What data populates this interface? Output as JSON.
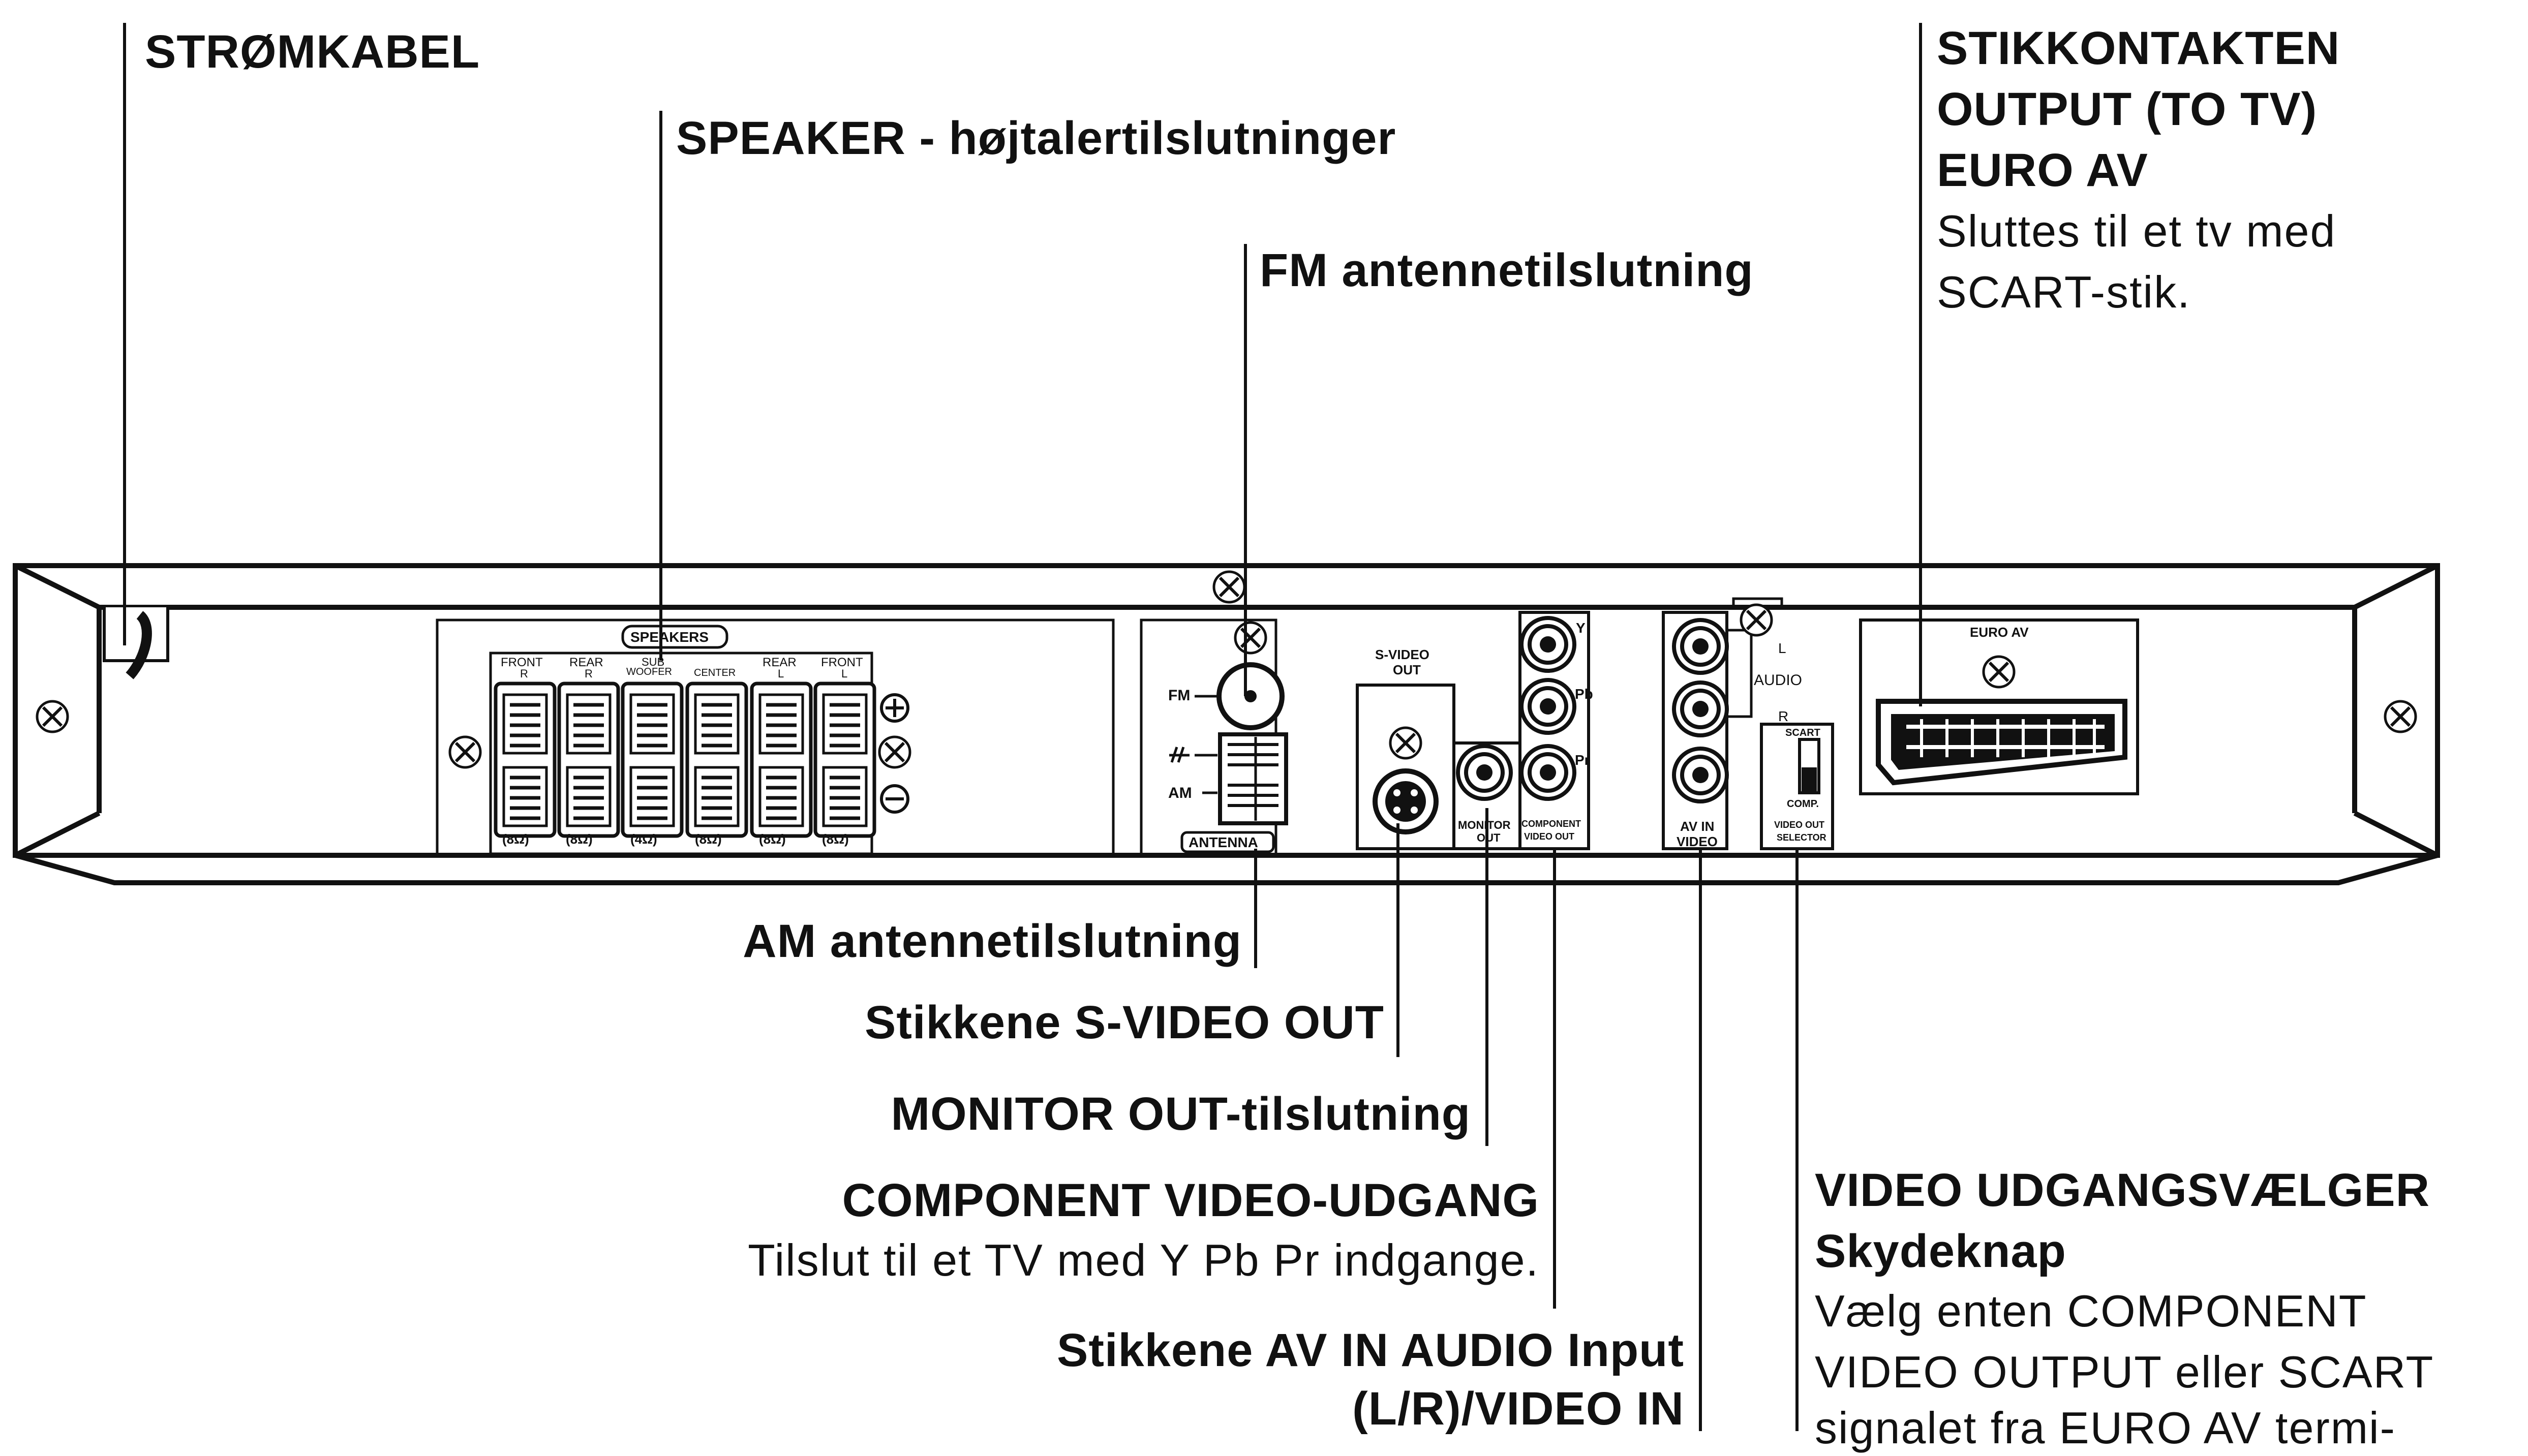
{
  "callouts": {
    "power_cord": "STRØMKABEL",
    "speaker": "SPEAKER - højtalertilslutninger",
    "fm_antenna": "FM antennetilslutning",
    "euro_av": {
      "title1": "STIKKONTAKTEN",
      "title2": "OUTPUT (TO TV)",
      "title3": "EURO AV",
      "desc1": "Sluttes til et tv med",
      "desc2": "SCART-stik."
    },
    "am_antenna": "AM antennetilslutning",
    "svideo_out": "Stikkene S-VIDEO OUT",
    "monitor_out": "MONITOR OUT-tilslutning",
    "component": {
      "title": "COMPONENT VIDEO-UDGANG",
      "desc": "Tilslut til et TV med Y Pb Pr indgange."
    },
    "av_in": {
      "line1": "Stikkene AV IN AUDIO Input",
      "line2": "(L/R)/VIDEO IN"
    },
    "video_selector": {
      "title1": "VIDEO UDGANGSVÆLGER",
      "title2": "Skydeknap",
      "desc1": "Vælg enten COMPONENT",
      "desc2": "VIDEO OUTPUT eller SCART",
      "desc3": "signalet fra EURO AV termi-"
    }
  },
  "panel_labels": {
    "speakers": "SPEAKERS",
    "front_r": "FRONT",
    "front_r2": "R",
    "rear_r": "REAR",
    "rear_r2": "R",
    "sub": "SUB",
    "sub2": "WOOFER",
    "center": "CENTER",
    "rear_l": "REAR",
    "rear_l2": "L",
    "front_l": "FRONT",
    "front_l2": "L",
    "imp_front_r": "(8Ω)",
    "imp_rear_r": "(8Ω)",
    "imp_sub": "(4Ω)",
    "imp_center": "(8Ω)",
    "imp_rear_l": "(8Ω)",
    "imp_front_l": "(8Ω)",
    "fm": "FM",
    "am": "AM",
    "antenna": "ANTENNA",
    "svideo1": "S-VIDEO",
    "svideo2": "OUT",
    "monitor1": "MONITOR",
    "monitor2": "OUT",
    "comp1": "COMPONENT",
    "comp2": "VIDEO OUT",
    "y": "Y",
    "pb": "Pb",
    "pr": "Pr",
    "avin1": "AV IN",
    "avin2": "VIDEO",
    "audio": "AUDIO",
    "l": "L",
    "r": "R",
    "scart": "SCART",
    "comp": "COMP.",
    "vsel1": "VIDEO OUT",
    "vsel2": "SELECTOR",
    "euroav": "EURO AV"
  }
}
